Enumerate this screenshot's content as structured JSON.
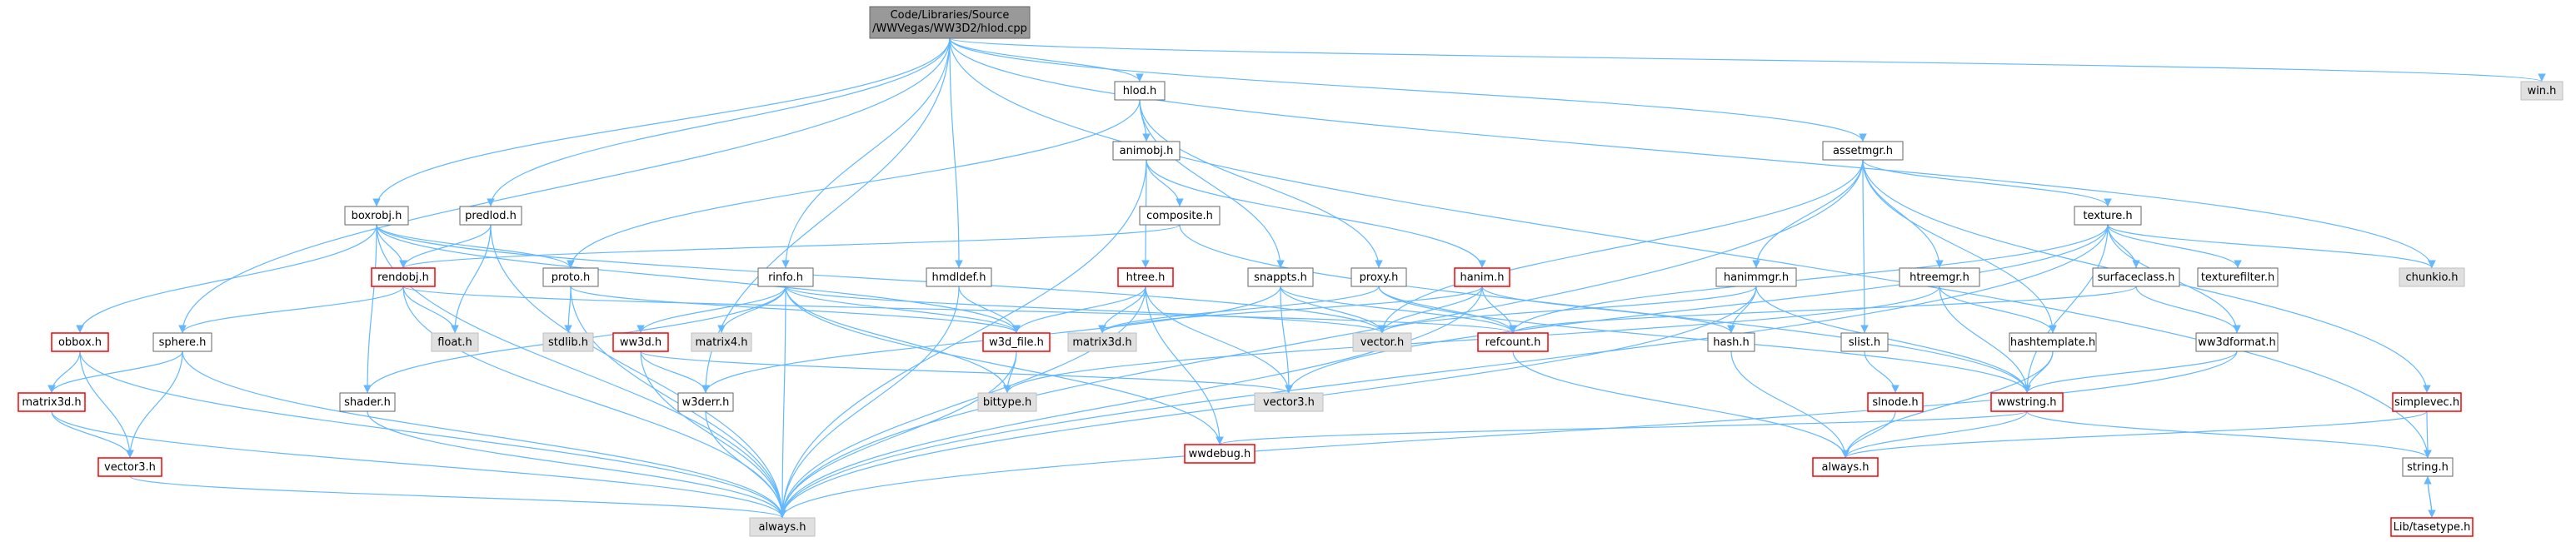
{
  "title": "Code/Libraries/Source/WWVegas/WW3D2/hlod.cpp",
  "root": {
    "line1": "Code/Libraries/Source",
    "line2": "/WWVegas/WW3D2/hlod.cpp"
  },
  "colors": {
    "edge": "#63B8FF",
    "border_normal": "#666666",
    "border_missing": "#BFBFBF",
    "border_truncated": "#FF0000",
    "fill_root": "#999999",
    "fill_normal": "#FFFFFF",
    "fill_missing": "#E0E0E0"
  },
  "node_styles": {
    "root": "root node (selected file)",
    "normal": "include file with documentation",
    "missing": "include file not found (grey fill)",
    "truncated": "include graph truncated (red border)"
  },
  "nodes": [
    {
      "id": "hlod",
      "label": "hlod.h",
      "style": "normal"
    },
    {
      "id": "animobj",
      "label": "animobj.h",
      "style": "normal"
    },
    {
      "id": "composite",
      "label": "composite.h",
      "style": "normal"
    },
    {
      "id": "htree",
      "label": "htree.h",
      "style": "truncated"
    },
    {
      "id": "hanim",
      "label": "hanim.h",
      "style": "truncated"
    },
    {
      "id": "hanimmgr",
      "label": "hanimmgr.h",
      "style": "normal"
    },
    {
      "id": "assetmgr",
      "label": "assetmgr.h",
      "style": "normal"
    },
    {
      "id": "texture",
      "label": "texture.h",
      "style": "normal"
    },
    {
      "id": "surfaceclass",
      "label": "surfaceclass.h",
      "style": "normal"
    },
    {
      "id": "texturefilter",
      "label": "texturefilter.h",
      "style": "normal"
    },
    {
      "id": "chunkio",
      "label": "chunkio.h",
      "style": "missing"
    },
    {
      "id": "htreemgr",
      "label": "htreemgr.h",
      "style": "normal"
    },
    {
      "id": "hashtemplate",
      "label": "hashtemplate.h",
      "style": "normal"
    },
    {
      "id": "ww3dformat",
      "label": "ww3dformat.h",
      "style": "normal"
    },
    {
      "id": "hash",
      "label": "hash.h",
      "style": "normal"
    },
    {
      "id": "slist",
      "label": "slist.h",
      "style": "normal"
    },
    {
      "id": "slnode",
      "label": "slnode.h",
      "style": "truncated"
    },
    {
      "id": "wwstring",
      "label": "wwstring.h",
      "style": "truncated"
    },
    {
      "id": "simplevec",
      "label": "simplevec.h",
      "style": "truncated"
    },
    {
      "id": "string",
      "label": "string.h",
      "style": "normal"
    },
    {
      "id": "libtasetype",
      "label": "Lib/tasetype.h",
      "style": "truncated"
    },
    {
      "id": "winh",
      "label": "win.h",
      "style": "missing"
    },
    {
      "id": "boxrobj",
      "label": "boxrobj.h",
      "style": "normal"
    },
    {
      "id": "predlod",
      "label": "predlod.h",
      "style": "normal"
    },
    {
      "id": "rendobj",
      "label": "rendobj.h",
      "style": "truncated"
    },
    {
      "id": "floath",
      "label": "float.h",
      "style": "missing"
    },
    {
      "id": "proto",
      "label": "proto.h",
      "style": "normal"
    },
    {
      "id": "stdlib",
      "label": "stdlib.h",
      "style": "missing"
    },
    {
      "id": "shader",
      "label": "shader.h",
      "style": "normal"
    },
    {
      "id": "obbox",
      "label": "obbox.h",
      "style": "truncated"
    },
    {
      "id": "matrix3d",
      "label": "matrix3d.h",
      "style": "truncated"
    },
    {
      "id": "vector3",
      "label": "vector3.h",
      "style": "truncated"
    },
    {
      "id": "sphere",
      "label": "sphere.h",
      "style": "normal"
    },
    {
      "id": "rinfo",
      "label": "rinfo.h",
      "style": "normal"
    },
    {
      "id": "ww3d",
      "label": "ww3d.h",
      "style": "truncated"
    },
    {
      "id": "matrix4",
      "label": "matrix4.h",
      "style": "missing"
    },
    {
      "id": "w3derr",
      "label": "w3derr.h",
      "style": "normal"
    },
    {
      "id": "hmdldef",
      "label": "hmdldef.h",
      "style": "normal"
    },
    {
      "id": "w3dfile",
      "label": "w3d_file.h",
      "style": "truncated"
    },
    {
      "id": "bittype",
      "label": "bittype.h",
      "style": "missing"
    },
    {
      "id": "matrix3d_grey",
      "label": "matrix3d.h",
      "style": "missing"
    },
    {
      "id": "snappts",
      "label": "snappts.h",
      "style": "normal"
    },
    {
      "id": "proxy",
      "label": "proxy.h",
      "style": "normal"
    },
    {
      "id": "vectorh",
      "label": "vector.h",
      "style": "missing"
    },
    {
      "id": "refcount",
      "label": "refcount.h",
      "style": "truncated"
    },
    {
      "id": "vector3_grey",
      "label": "vector3.h",
      "style": "missing"
    },
    {
      "id": "wwdebug",
      "label": "wwdebug.h",
      "style": "truncated"
    },
    {
      "id": "always",
      "label": "always.h",
      "style": "truncated"
    },
    {
      "id": "always_grey",
      "label": "always.h",
      "style": "missing"
    }
  ],
  "edges": [
    [
      "root",
      "hlod"
    ],
    [
      "root",
      "assetmgr"
    ],
    [
      "root",
      "boxrobj"
    ],
    [
      "root",
      "predlod"
    ],
    [
      "root",
      "sphere"
    ],
    [
      "root",
      "rinfo"
    ],
    [
      "root",
      "hmdldef"
    ],
    [
      "root",
      "w3derr"
    ],
    [
      "root",
      "chunkio"
    ],
    [
      "root",
      "winh"
    ],
    [
      "root",
      "string"
    ],
    [
      "hlod",
      "animobj"
    ],
    [
      "hlod",
      "proto"
    ],
    [
      "hlod",
      "snappts"
    ],
    [
      "hlod",
      "proxy"
    ],
    [
      "animobj",
      "composite"
    ],
    [
      "animobj",
      "htree"
    ],
    [
      "animobj",
      "hanim"
    ],
    [
      "animobj",
      "always_grey"
    ],
    [
      "composite",
      "rendobj"
    ],
    [
      "composite",
      "wwstring"
    ],
    [
      "htree",
      "w3dfile"
    ],
    [
      "htree",
      "matrix3d_grey"
    ],
    [
      "htree",
      "vector3_grey"
    ],
    [
      "htree",
      "wwdebug"
    ],
    [
      "htree",
      "always_grey"
    ],
    [
      "hanim",
      "vectorh"
    ],
    [
      "hanim",
      "refcount"
    ],
    [
      "hanim",
      "hash"
    ],
    [
      "hanim",
      "matrix3d_grey"
    ],
    [
      "hanim",
      "always_grey"
    ],
    [
      "hanimmgr",
      "hash"
    ],
    [
      "hanimmgr",
      "wwstring"
    ],
    [
      "hanimmgr",
      "vectorh"
    ],
    [
      "hanimmgr",
      "always_grey"
    ],
    [
      "assetmgr",
      "texture"
    ],
    [
      "assetmgr",
      "hanimmgr"
    ],
    [
      "assetmgr",
      "htreemgr"
    ],
    [
      "assetmgr",
      "hashtemplate"
    ],
    [
      "assetmgr",
      "slist"
    ],
    [
      "assetmgr",
      "simplevec"
    ],
    [
      "assetmgr",
      "vectorh"
    ],
    [
      "assetmgr",
      "always_grey"
    ],
    [
      "texture",
      "surfaceclass"
    ],
    [
      "texture",
      "texturefilter"
    ],
    [
      "texture",
      "chunkio"
    ],
    [
      "texture",
      "ww3dformat"
    ],
    [
      "texture",
      "refcount"
    ],
    [
      "texture",
      "wwstring"
    ],
    [
      "texture",
      "vector3_grey"
    ],
    [
      "texture",
      "always_grey"
    ],
    [
      "surfaceclass",
      "ww3dformat"
    ],
    [
      "surfaceclass",
      "refcount"
    ],
    [
      "htreemgr",
      "hashtemplate"
    ],
    [
      "htreemgr",
      "wwstring"
    ],
    [
      "htreemgr",
      "bittype"
    ],
    [
      "hashtemplate",
      "wwstring"
    ],
    [
      "hashtemplate",
      "always"
    ],
    [
      "ww3dformat",
      "wwstring"
    ],
    [
      "ww3dformat",
      "always_grey"
    ],
    [
      "hash",
      "always"
    ],
    [
      "slist",
      "slnode"
    ],
    [
      "slnode",
      "always"
    ],
    [
      "wwstring",
      "always"
    ],
    [
      "wwstring",
      "string"
    ],
    [
      "wwstring",
      "wwdebug"
    ],
    [
      "simplevec",
      "string"
    ],
    [
      "simplevec",
      "always"
    ],
    [
      "string",
      "libtasetype"
    ],
    [
      "libtasetype",
      "string"
    ],
    [
      "boxrobj",
      "rendobj"
    ],
    [
      "boxrobj",
      "obbox"
    ],
    [
      "boxrobj",
      "proto"
    ],
    [
      "boxrobj",
      "shader"
    ],
    [
      "boxrobj",
      "w3dfile"
    ],
    [
      "boxrobj",
      "vectorh"
    ],
    [
      "boxrobj",
      "always_grey"
    ],
    [
      "predlod",
      "rendobj"
    ],
    [
      "predlod",
      "floath"
    ],
    [
      "predlod",
      "always_grey"
    ],
    [
      "rendobj",
      "sphere"
    ],
    [
      "rendobj",
      "floath"
    ],
    [
      "rendobj",
      "refcount"
    ],
    [
      "rendobj",
      "always_grey"
    ],
    [
      "proto",
      "stdlib"
    ],
    [
      "proto",
      "w3dfile"
    ],
    [
      "proto",
      "always_grey"
    ],
    [
      "shader",
      "always_grey"
    ],
    [
      "obbox",
      "matrix3d"
    ],
    [
      "obbox",
      "vector3"
    ],
    [
      "obbox",
      "always_grey"
    ],
    [
      "matrix3d",
      "vector3"
    ],
    [
      "matrix3d",
      "always_grey"
    ],
    [
      "vector3",
      "always_grey"
    ],
    [
      "sphere",
      "matrix3d"
    ],
    [
      "sphere",
      "vector3"
    ],
    [
      "sphere",
      "always_grey"
    ],
    [
      "rinfo",
      "ww3d"
    ],
    [
      "rinfo",
      "matrix4"
    ],
    [
      "rinfo",
      "shader"
    ],
    [
      "rinfo",
      "bittype"
    ],
    [
      "rinfo",
      "w3dfile"
    ],
    [
      "rinfo",
      "vectorh"
    ],
    [
      "rinfo",
      "wwdebug"
    ],
    [
      "rinfo",
      "always_grey"
    ],
    [
      "ww3d",
      "w3derr"
    ],
    [
      "ww3d",
      "vector3_grey"
    ],
    [
      "ww3d",
      "always_grey"
    ],
    [
      "w3derr",
      "always_grey"
    ],
    [
      "hmdldef",
      "w3dfile"
    ],
    [
      "hmdldef",
      "always_grey"
    ],
    [
      "w3dfile",
      "bittype"
    ],
    [
      "w3dfile",
      "always_grey"
    ],
    [
      "snappts",
      "vectorh"
    ],
    [
      "snappts",
      "vector3_grey"
    ],
    [
      "snappts",
      "refcount"
    ],
    [
      "snappts",
      "w3derr"
    ],
    [
      "proxy",
      "matrix3d_grey"
    ],
    [
      "proxy",
      "refcount"
    ],
    [
      "proxy",
      "wwstring"
    ],
    [
      "refcount",
      "always"
    ]
  ]
}
